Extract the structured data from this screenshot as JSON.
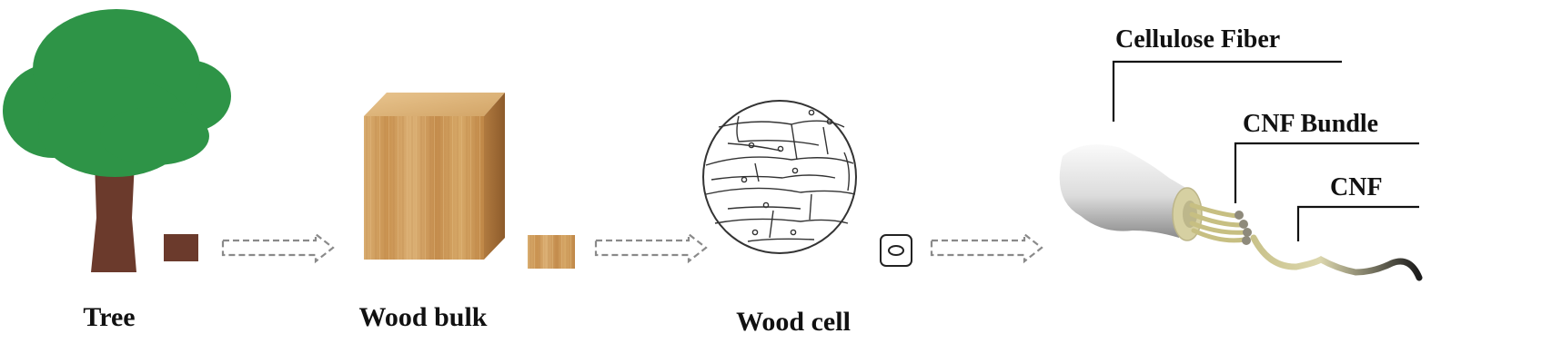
{
  "stages": [
    {
      "label": "Tree"
    },
    {
      "label": "Wood bulk"
    },
    {
      "label": "Wood cell"
    }
  ],
  "fiber_labels": [
    {
      "label": "Cellulose Fiber"
    },
    {
      "label": "CNF Bundle"
    },
    {
      "label": "CNF"
    }
  ],
  "colors": {
    "tree_foliage": "#2e9447",
    "tree_trunk": "#6b3a2c",
    "wood_light": "#d9a968",
    "wood_dark": "#a87438",
    "arrow_stroke": "#8a8a8a",
    "callout_line": "#111111"
  }
}
